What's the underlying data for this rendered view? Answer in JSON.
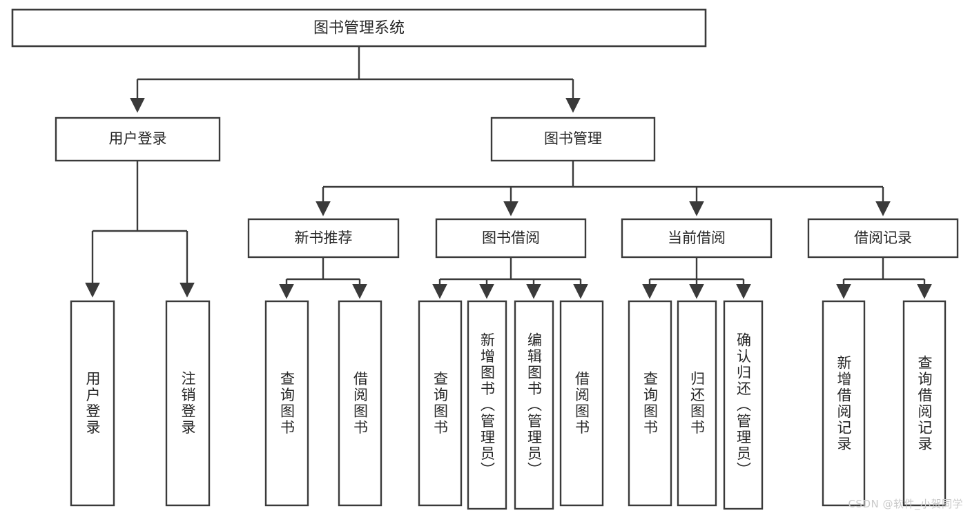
{
  "diagram": {
    "title": "图书管理系统",
    "type": "tree",
    "orientation": "top-down",
    "colors": {
      "background": "#ffffff",
      "box_fill": "#ffffff",
      "box_stroke": "#3a3a3a",
      "connector": "#3a3a3a",
      "text": "#262626",
      "watermark": "#c9c9c9"
    },
    "nodes": {
      "root": {
        "label": "图书管理系统",
        "level": 0
      },
      "level1": [
        {
          "id": "user-login",
          "label": "用户登录"
        },
        {
          "id": "book-manage",
          "label": "图书管理"
        }
      ],
      "level2": [
        {
          "id": "new-book-recommend",
          "label": "新书推荐",
          "parent": "book-manage"
        },
        {
          "id": "book-borrow",
          "label": "图书借阅",
          "parent": "book-manage"
        },
        {
          "id": "current-borrow",
          "label": "当前借阅",
          "parent": "book-manage"
        },
        {
          "id": "borrow-record",
          "label": "借阅记录",
          "parent": "book-manage"
        }
      ],
      "leaves": {
        "user-login": [
          {
            "id": "leaf-user-login",
            "label": "用户登录"
          },
          {
            "id": "leaf-logout",
            "label": "注销登录"
          }
        ],
        "new-book-recommend": [
          {
            "id": "leaf-query-book-1",
            "label": "查询图书"
          },
          {
            "id": "leaf-borrow-book-1",
            "label": "借阅图书"
          }
        ],
        "book-borrow": [
          {
            "id": "leaf-query-book-2",
            "label": "查询图书"
          },
          {
            "id": "leaf-add-book",
            "label": "新增图书（管理员）"
          },
          {
            "id": "leaf-edit-book",
            "label": "编辑图书（管理员）"
          },
          {
            "id": "leaf-borrow-book-2",
            "label": "借阅图书"
          }
        ],
        "current-borrow": [
          {
            "id": "leaf-query-book-3",
            "label": "查询图书"
          },
          {
            "id": "leaf-return-book",
            "label": "归还图书"
          },
          {
            "id": "leaf-confirm-return",
            "label": "确认归还（管理员）"
          }
        ],
        "borrow-record": [
          {
            "id": "leaf-add-record",
            "label": "新增借阅记录"
          },
          {
            "id": "leaf-query-record",
            "label": "查询借阅记录"
          }
        ]
      }
    },
    "watermark": "CSDN @软件_小贺同学"
  }
}
